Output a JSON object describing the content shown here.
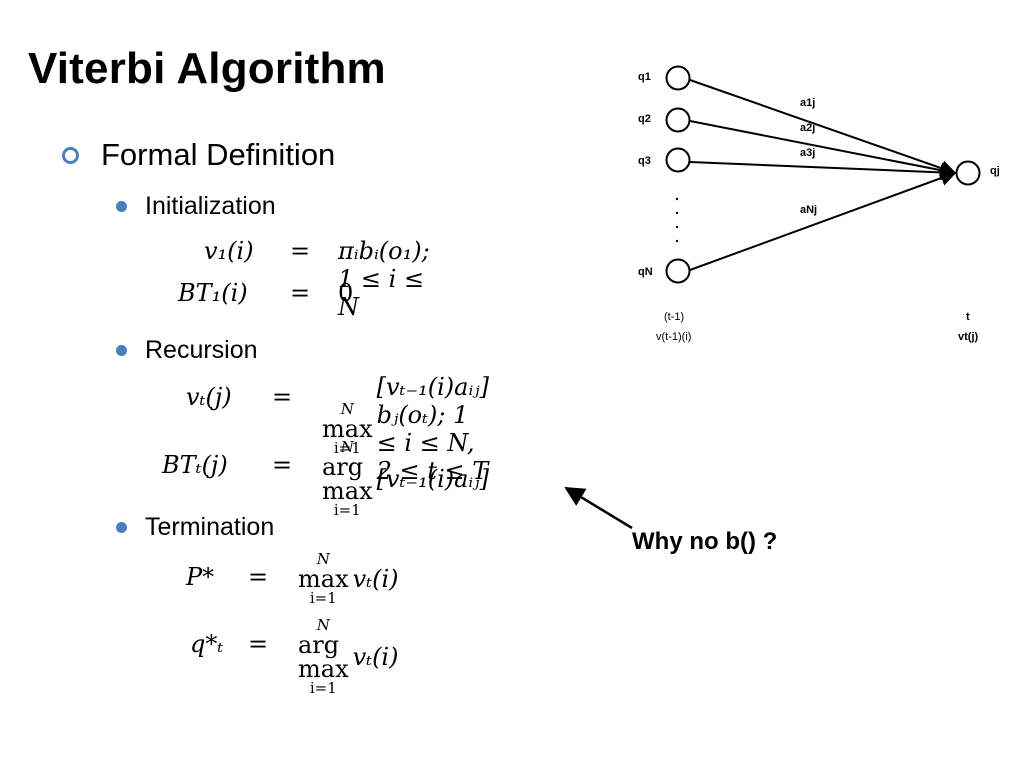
{
  "slide": {
    "title": "Viterbi Algorithm",
    "level1_bullet": "Formal Definition",
    "bullets": [
      "Initialization",
      "Recursion",
      "Termination"
    ],
    "annotation": "Why no b() ?"
  },
  "equations": {
    "init": [
      {
        "lhs": "v₁(i)",
        "rhs": "πᵢbᵢ(o₁); 1 ≤ i ≤ N"
      },
      {
        "lhs": "BT₁(i)",
        "rhs": "0"
      }
    ],
    "recursion": [
      {
        "lhs": "vₜ(j)",
        "op": "max",
        "sup": "N",
        "sub": "i=1",
        "rhs": "[vₜ₋₁(i)aᵢⱼ] bⱼ(oₜ); 1 ≤ i ≤ N, 2 ≤ t ≤ T"
      },
      {
        "lhs": "BTₜ(j)",
        "op": "arg max",
        "sup": "N",
        "sub": "i=1",
        "rhs": "[vₜ₋₁(i)aᵢⱼ]"
      }
    ],
    "termination": [
      {
        "lhs": "P*",
        "op": "max",
        "sup": "N",
        "sub": "i=1",
        "rhs": "vₜ(i)"
      },
      {
        "lhs": "q*ₜ",
        "op": "arg max",
        "sup": "N",
        "sub": "i=1",
        "rhs": "vₜ(i)"
      }
    ],
    "equals": "="
  },
  "diagram": {
    "source_nodes": [
      "q1",
      "q2",
      "q3",
      "qN"
    ],
    "target_node": "qj",
    "edge_labels": [
      "a1j",
      "a2j",
      "a3j",
      "aNj"
    ],
    "left_time": "(t-1)",
    "left_var": "v(t-1)(i)",
    "right_time": "t",
    "right_var": "vt(j)"
  }
}
